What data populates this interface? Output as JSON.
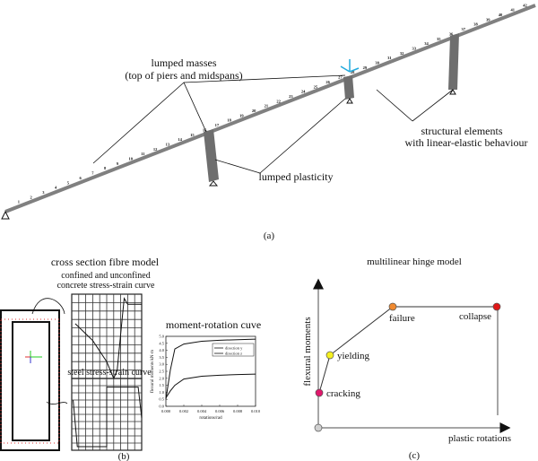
{
  "panel_a": {
    "lumped_masses": "lumped masses",
    "lumped_masses_sub": "(top of piers and midspans)",
    "structural_elements": "structural elements",
    "structural_elements_sub": "with linear-elastic behaviour",
    "lumped_plasticity": "lumped plasticity",
    "caption": "(a)",
    "deck_node_labels": [
      "1",
      "2",
      "3",
      "4",
      "5",
      "6",
      "7",
      "8",
      "9",
      "10",
      "11",
      "12",
      "13",
      "14",
      "15",
      "16",
      "17",
      "18",
      "19",
      "20",
      "21",
      "22",
      "23",
      "24",
      "25",
      "26",
      "27",
      "28",
      "29",
      "30",
      "31",
      "32",
      "33",
      "34",
      "35",
      "36",
      "37",
      "38",
      "39",
      "40",
      "41",
      "42"
    ],
    "colors": {
      "deck": "#808080",
      "pier": "#6e6e6e"
    }
  },
  "panel_b": {
    "title": "cross section fibre model",
    "concrete_title_1": "confined and unconfined",
    "concrete_title_2": "concrete stress-strain curve",
    "steel_title": "steel stress-strain curve",
    "moment_title": "moment-rotation cuve",
    "caption": "(b)"
  },
  "chart_data": {
    "type": "line",
    "title": "moment-rotation cuve",
    "xlabel": "rotations/rad",
    "ylabel": "flexural moments kN·m",
    "xlim": [
      0,
      0.01
    ],
    "ylim": [
      0,
      5.0
    ],
    "xticks": [
      "0.000",
      "0.002",
      "0.004",
      "0.006",
      "0.008",
      "0.010"
    ],
    "yticks": [
      "0.0",
      "0.5",
      "1.0",
      "1.5",
      "2.0",
      "2.5",
      "3.0",
      "3.5",
      "4.0",
      "4.5",
      "5.0"
    ],
    "legend_placement": "top-right",
    "series": [
      {
        "name": "direction y",
        "x": [
          0,
          0.0005,
          0.001,
          0.002,
          0.004,
          0.006,
          0.008,
          0.01
        ],
        "y": [
          0.5,
          2.6,
          4.1,
          4.45,
          4.65,
          4.72,
          4.76,
          4.8
        ]
      },
      {
        "name": "direction z",
        "x": [
          0,
          0.0005,
          0.001,
          0.002,
          0.004,
          0.006,
          0.008,
          0.01
        ],
        "y": [
          0.6,
          1.1,
          1.5,
          1.95,
          2.15,
          2.22,
          2.27,
          2.3
        ]
      }
    ]
  },
  "panel_c": {
    "title": "multilinear hinge model",
    "ylabel": "flexural moments",
    "xlabel": "plastic rotations",
    "points": [
      {
        "label": "cracking",
        "color": "#e0186c"
      },
      {
        "label": "yielding",
        "color": "#f5f020"
      },
      {
        "label": "failure",
        "color": "#f08a30"
      },
      {
        "label": "collapse",
        "color": "#e01818"
      }
    ],
    "origin_color": "#d0d0d0",
    "caption": "(c)"
  }
}
